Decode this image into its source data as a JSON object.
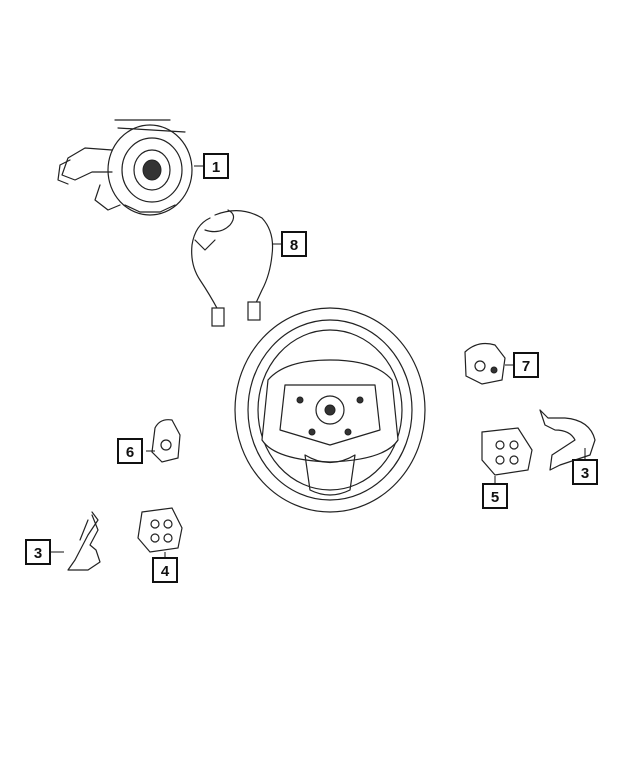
{
  "callouts": [
    {
      "id": "c1",
      "label": "1"
    },
    {
      "id": "c8",
      "label": "8"
    },
    {
      "id": "c7",
      "label": "7"
    },
    {
      "id": "c6",
      "label": "6"
    },
    {
      "id": "c3r",
      "label": "3"
    },
    {
      "id": "c5",
      "label": "5"
    },
    {
      "id": "c3l",
      "label": "3"
    },
    {
      "id": "c4",
      "label": "4"
    }
  ]
}
